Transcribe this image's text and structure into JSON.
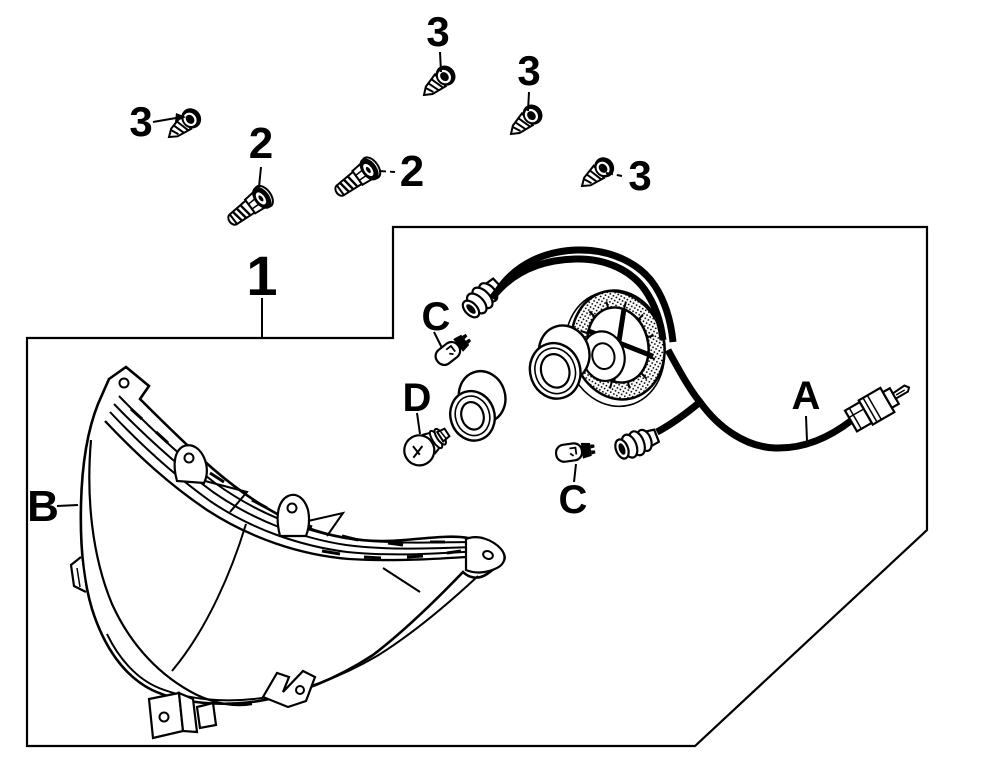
{
  "diagram": {
    "type": "exploded-parts-diagram",
    "subject": "headlight assembly",
    "colors": {
      "background": "#ffffff",
      "line": "#000000"
    },
    "callouts": [
      {
        "id": "screw-upper-left",
        "label": "3"
      },
      {
        "id": "screw-top-center",
        "label": "3"
      },
      {
        "id": "screw-mid-center",
        "label": "3"
      },
      {
        "id": "screw-mid-right",
        "label": "3"
      },
      {
        "id": "bolt-left",
        "label": "2"
      },
      {
        "id": "bolt-right",
        "label": "2"
      },
      {
        "id": "assembly-box",
        "label": "1"
      },
      {
        "id": "wedge-bulb-upper",
        "label": "C"
      },
      {
        "id": "bulb-lower",
        "label": "D"
      },
      {
        "id": "wedge-bulb-lower",
        "label": "C"
      },
      {
        "id": "harness-connector",
        "label": "A"
      },
      {
        "id": "headlight-housing",
        "label": "B"
      }
    ]
  }
}
